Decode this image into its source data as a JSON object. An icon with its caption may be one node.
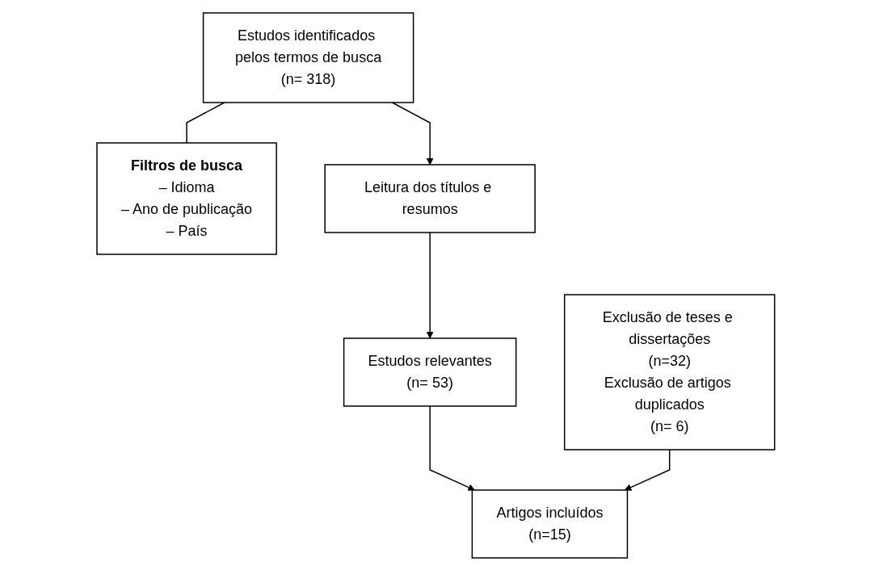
{
  "diagram": {
    "nodes": [
      {
        "text": [
          "Estudos identificados pelos termos de busca",
          "(n= 318)"
        ]
      },
      {
        "text": [
          "Filtros de busca",
          "– Idioma",
          "– Ano de publicação",
          "– País"
        ]
      },
      {
        "text": [
          "Leitura dos títulos e resumos"
        ]
      },
      {
        "text": [
          "Estudos relevantes",
          "(n= 53)"
        ]
      },
      {
        "text": [
          "Exclusão de teses e dissertações",
          "(n=32)",
          "Exclusão de artigos duplicados",
          "(n= 6)"
        ]
      },
      {
        "text": [
          "Artigos incluídos",
          "(n=15)"
        ]
      }
    ],
    "edges": [
      {
        "from": 0,
        "to": 1,
        "arrow": "none"
      },
      {
        "from": 0,
        "to": 2,
        "arrow": "to"
      },
      {
        "from": 2,
        "to": 3,
        "arrow": "to"
      },
      {
        "from": 3,
        "to": 5,
        "arrow": "to"
      },
      {
        "from": 4,
        "to": 5,
        "arrow": "to"
      }
    ]
  }
}
